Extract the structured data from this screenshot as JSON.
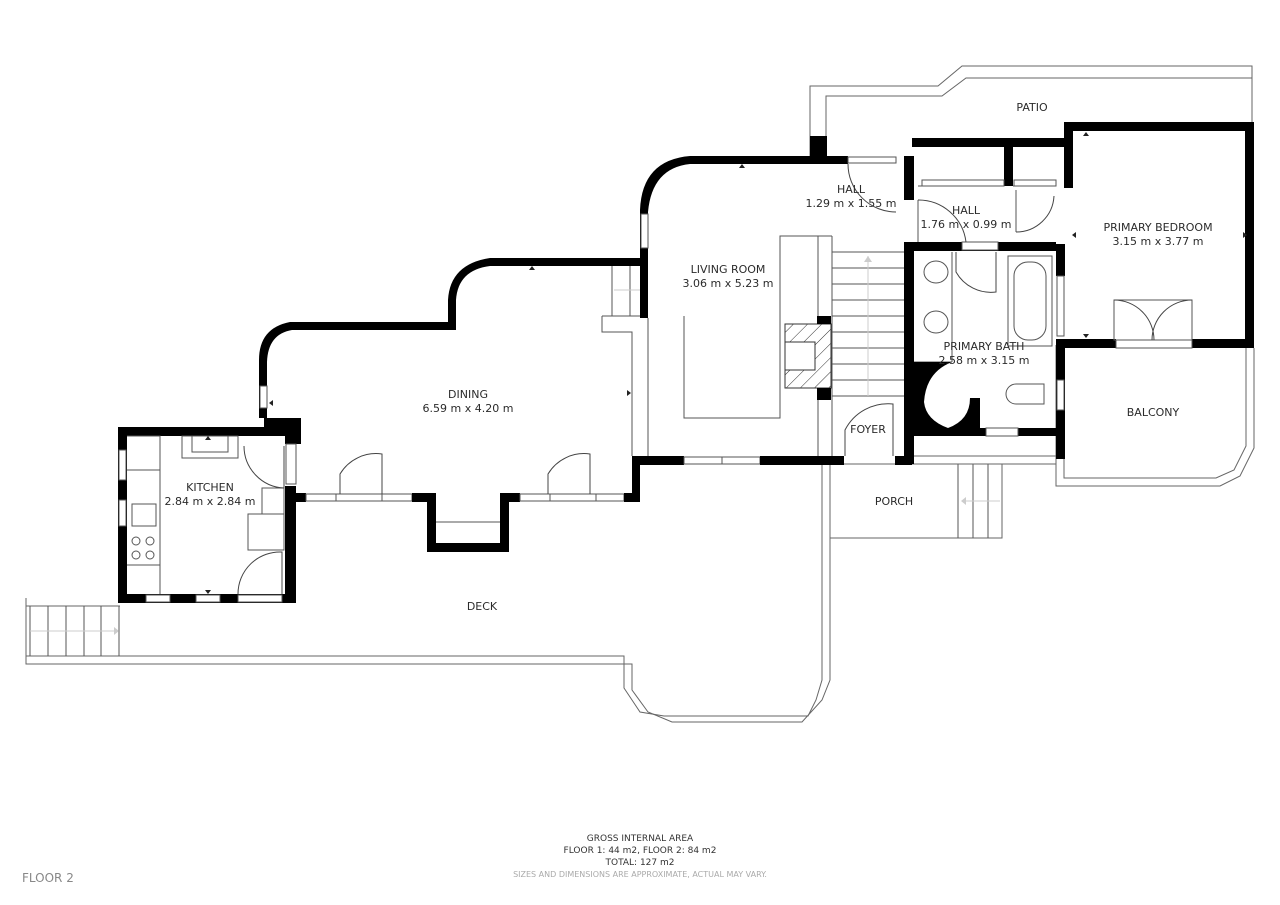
{
  "floor_label": "FLOOR 2",
  "rooms": {
    "patio": {
      "name": "PATIO",
      "dims": ""
    },
    "hall1": {
      "name": "HALL",
      "dims": "1.29 m x 1.55 m"
    },
    "hall2": {
      "name": "HALL",
      "dims": "1.76 m x 0.99 m"
    },
    "primary_bedroom": {
      "name": "PRIMARY BEDROOM",
      "dims": "3.15 m x 3.77 m"
    },
    "living_room": {
      "name": "LIVING ROOM",
      "dims": "3.06 m x 5.23 m"
    },
    "primary_bath": {
      "name": "PRIMARY BATH",
      "dims": "2.58 m x 3.15 m"
    },
    "dining": {
      "name": "DINING",
      "dims": "6.59 m x 4.20 m"
    },
    "foyer": {
      "name": "FOYER",
      "dims": ""
    },
    "balcony": {
      "name": "BALCONY",
      "dims": ""
    },
    "kitchen": {
      "name": "KITCHEN",
      "dims": "2.84 m x 2.84 m"
    },
    "porch": {
      "name": "PORCH",
      "dims": ""
    },
    "deck": {
      "name": "DECK",
      "dims": ""
    }
  },
  "footer": {
    "title": "GROSS INTERNAL AREA",
    "floors": "FLOOR 1: 44 m2, FLOOR 2: 84 m2",
    "total": "TOTAL: 127 m2",
    "note": "SIZES AND DIMENSIONS ARE APPROXIMATE, ACTUAL MAY VARY."
  }
}
